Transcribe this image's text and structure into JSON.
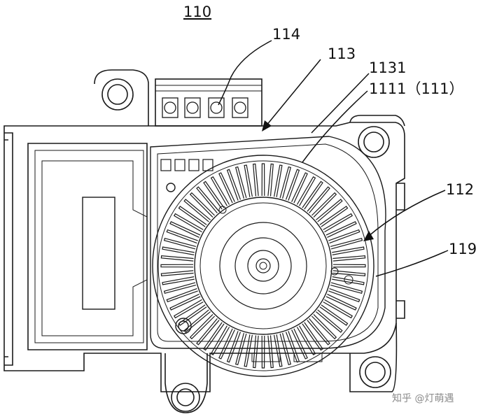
{
  "figure": {
    "title": "110",
    "labels": {
      "l114": "114",
      "l113": "113",
      "l1131": "1131",
      "l1111": "1111（111）",
      "l112": "112",
      "l119": "119"
    },
    "watermark": "知乎 @灯萌遇",
    "colors": {
      "line": "#1a1a1a",
      "background": "#ffffff"
    }
  }
}
